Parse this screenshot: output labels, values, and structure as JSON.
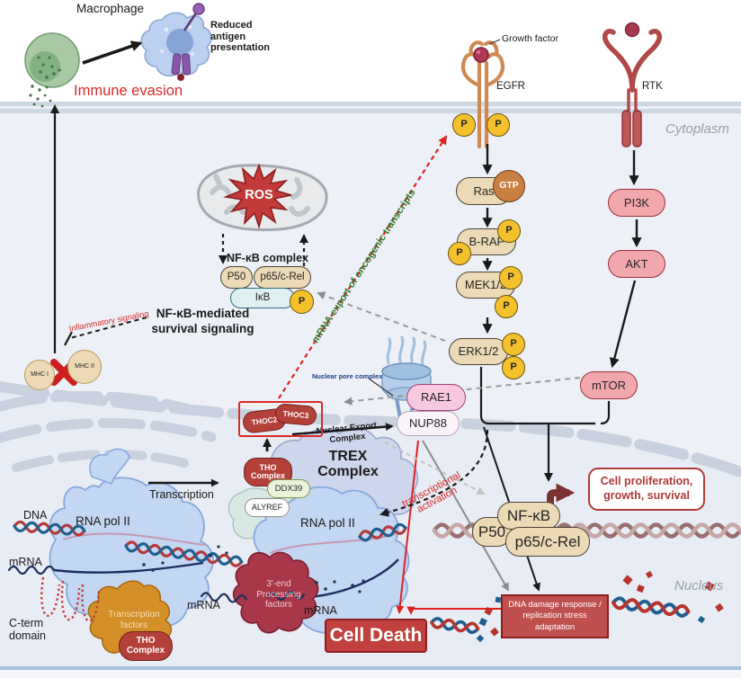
{
  "colors": {
    "accent_red": "#d92b2b",
    "tan": "#ecd9b5",
    "dark_red_pill": "#b4403a",
    "pink": "#f2a7ad",
    "phospho_yellow": "#f4c12c",
    "green_annotation": "#2e7d32",
    "death_red": "#c0413d"
  },
  "extracellular": {
    "macrophage": "Macrophage",
    "reduced_antigen": "Reduced antigen presentation",
    "immune_evasion": "Immune evasion",
    "growth_factor": "Growth factor",
    "egfr": "EGFR",
    "rtk": "RTK"
  },
  "cytoplasm": {
    "label": "Cytoplasm",
    "ros": "ROS",
    "nfkb_complex": "NF-κB complex",
    "p50": "P50",
    "p65": "p65/c-Rel",
    "ikb": "IκB",
    "p": "P",
    "survival": "NF-κB-mediated survival signaling",
    "inflammatory": "Inflammatory signaling",
    "mhc1": "MHC I",
    "mhc2": "MHC II",
    "ras": "Ras",
    "gtp": "GTP",
    "braf": "B-RAF",
    "mek": "MEK1/2",
    "erk": "ERK1/2",
    "pi3k": "PI3K",
    "akt": "AKT",
    "mtor": "mTOR"
  },
  "nucleus": {
    "label": "Nucleus",
    "npc": "Nuclear pore complex",
    "rae1": "RAE1",
    "nup88": "NUP88",
    "nec": "Nuclear Export Complex",
    "thoc2": "THOC2",
    "thoc3": "THOC3",
    "tho": "THO Complex",
    "ddx39": "DDX39",
    "alyref": "ALYREF",
    "trex": "TREX Complex",
    "transcription": "Transcription",
    "rna_pol": "RNA pol II",
    "dna": "DNA",
    "mrna": "mRNA",
    "cterm": "C-term domain",
    "tf": "Transcription factors",
    "end3": "3'-end Processing factors",
    "p50": "P50",
    "nfkb": "NF-κB",
    "p65": "p65/c-Rel",
    "prolif": "Cell proliferation, growth, survival",
    "damage": "DNA damage response / replication stress adaptation",
    "death": "Cell Death"
  },
  "annotations": {
    "export": "mRNA export of oncogenic transcripts",
    "activation": "transcriptional activation"
  }
}
